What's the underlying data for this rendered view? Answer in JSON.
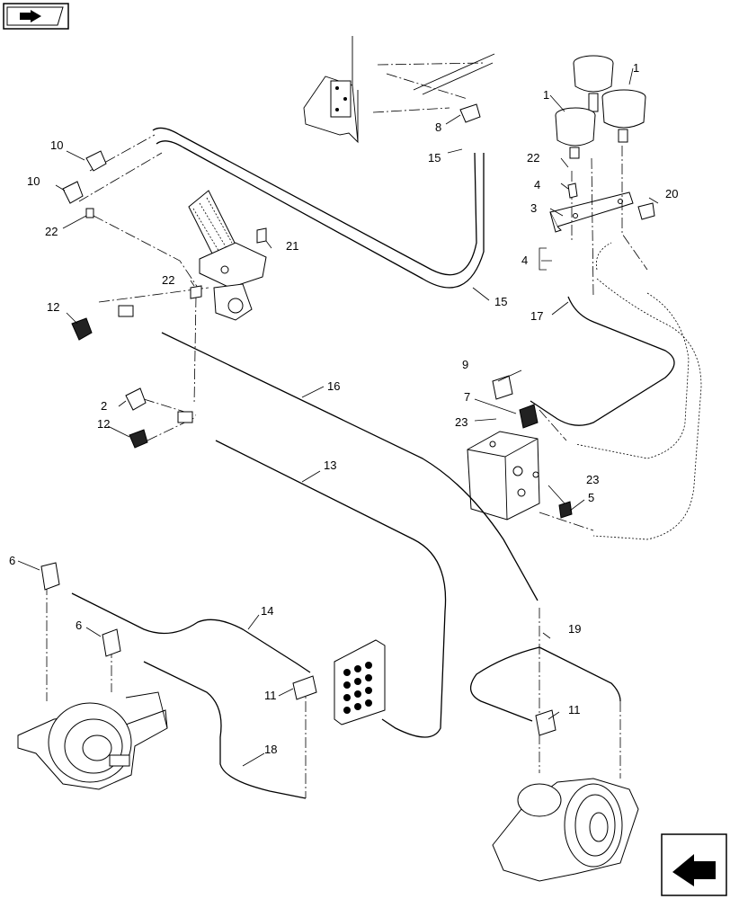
{
  "callouts": {
    "c1a": "1",
    "c1b": "1",
    "c2": "2",
    "c3": "3",
    "c4a": "4",
    "c4b": "4",
    "c5": "5",
    "c6a": "6",
    "c6b": "6",
    "c7": "7",
    "c8": "8",
    "c9": "9",
    "c10a": "10",
    "c10b": "10",
    "c11a": "11",
    "c11b": "11",
    "c12a": "12",
    "c12b": "12",
    "c13": "13",
    "c14": "14",
    "c15a": "15",
    "c15b": "15",
    "c16": "16",
    "c17": "17",
    "c18": "18",
    "c19": "19",
    "c20": "20",
    "c21": "21",
    "c22a": "22",
    "c22b": "22",
    "c22c": "22",
    "c23a": "23",
    "c23b": "23"
  },
  "icons": {
    "top_left": "catalog-index-icon",
    "bottom_right": "next-page-arrow-icon"
  }
}
